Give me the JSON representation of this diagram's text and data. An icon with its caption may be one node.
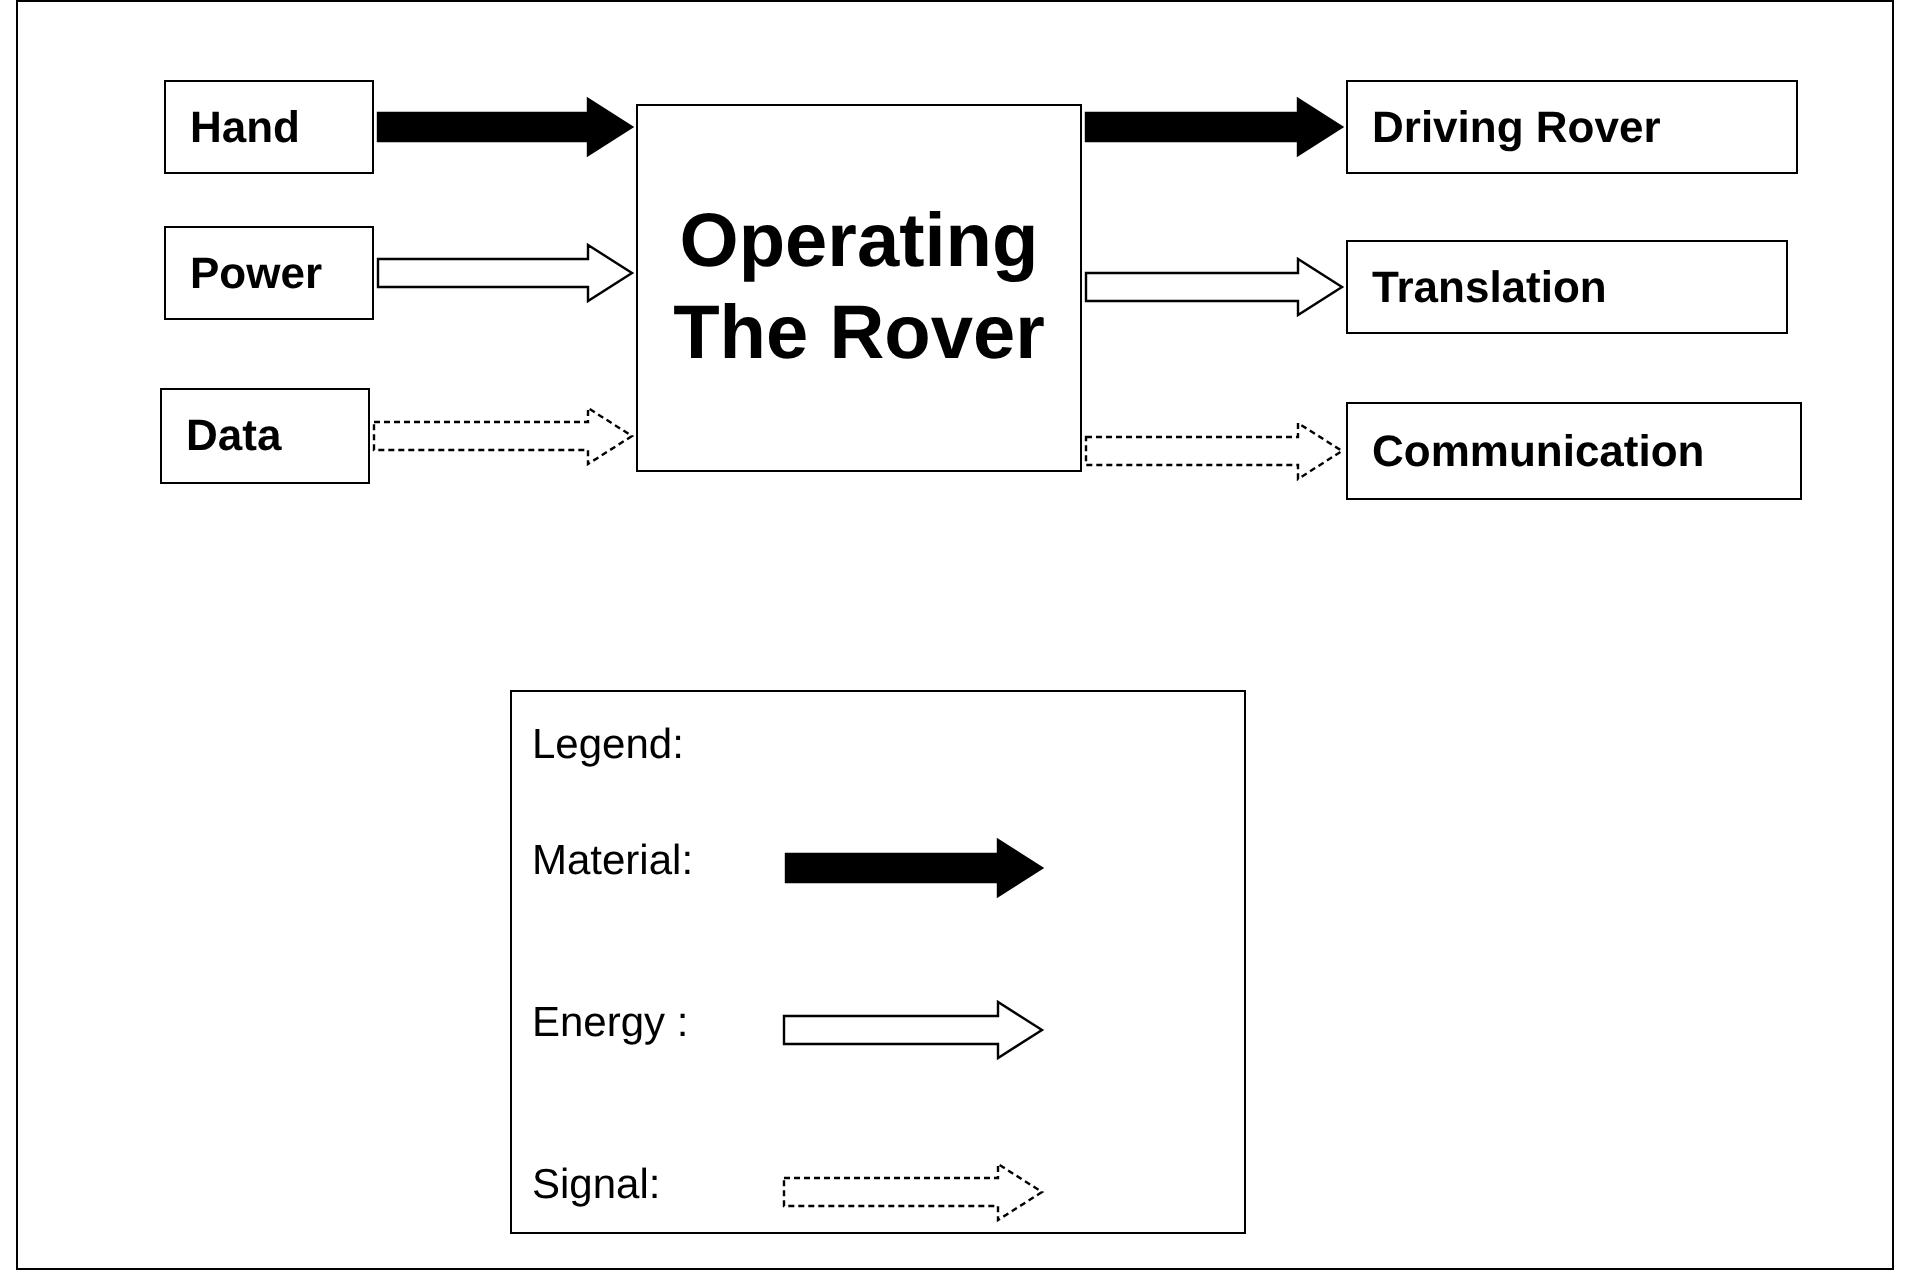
{
  "diagram": {
    "nodes": [
      {
        "text": [
          "Hand"
        ]
      },
      {
        "text": [
          "Power"
        ]
      },
      {
        "text": [
          "Data"
        ]
      },
      {
        "text": [
          "Operating The Rover"
        ]
      },
      {
        "text": [
          "Driving Rover"
        ]
      },
      {
        "text": [
          "Translation"
        ]
      },
      {
        "text": [
          "Communication"
        ]
      }
    ],
    "edges": [
      {
        "from": 0,
        "to": 3,
        "arrow": "to",
        "style": "thick"
      },
      {
        "from": 1,
        "to": 3,
        "arrow": "to"
      },
      {
        "from": 2,
        "to": 3,
        "arrow": "to",
        "style": "dashed"
      },
      {
        "from": 3,
        "to": 4,
        "arrow": "to",
        "style": "thick"
      },
      {
        "from": 3,
        "to": 5,
        "arrow": "to"
      },
      {
        "from": 3,
        "to": 6,
        "arrow": "to",
        "style": "dashed"
      }
    ],
    "labels": [
      "Legend:"
    ],
    "legend": [
      {
        "text": "Material:"
      },
      {
        "text": "Energy :"
      },
      {
        "text": "Signal:"
      }
    ]
  }
}
